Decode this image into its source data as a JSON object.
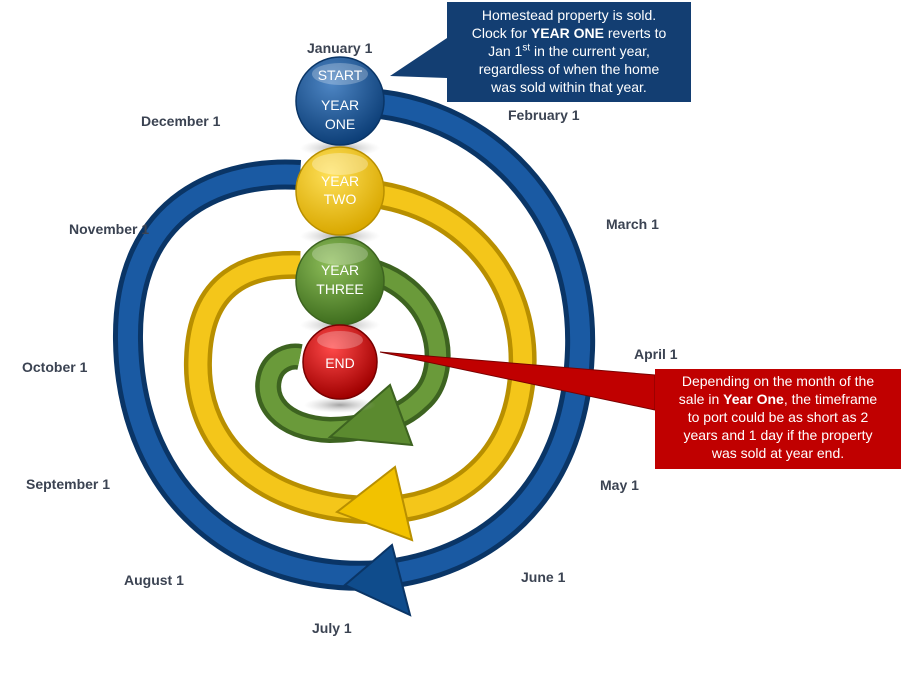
{
  "months": {
    "jan": "January 1",
    "feb": "February 1",
    "mar": "March 1",
    "apr": "April 1",
    "may": "May 1",
    "jun": "June 1",
    "jul": "July 1",
    "aug": "August 1",
    "sep": "September 1",
    "oct": "October 1",
    "nov": "November 1",
    "dec": "December 1"
  },
  "nodes": {
    "start_line1": "START",
    "start_line2": "YEAR",
    "start_line3": "ONE",
    "year_two_line1": "YEAR",
    "year_two_line2": "TWO",
    "year_three_line1": "YEAR",
    "year_three_line2": "THREE",
    "end": "END"
  },
  "callout_top": {
    "line1": "Homestead property is sold.",
    "line2_pre": "Clock for ",
    "line2_bold": "YEAR ONE",
    "line2_post": " reverts to",
    "line3_pre": "Jan 1",
    "line3_sup": "st",
    "line3_post": " in the current year,",
    "line4": "regardless of when the home",
    "line5": "was sold within that year."
  },
  "callout_right": {
    "line1": "Depending on the month of the",
    "line2_pre": "sale in ",
    "line2_bold": "Year One",
    "line2_post": ", the timeframe",
    "line3": "to port could be as short as 2",
    "line4": "years and 1 day if the property",
    "line5": "was sold at year end."
  },
  "colors": {
    "blue": "#0f4c8c",
    "gold": "#f2c200",
    "green": "#5b8a2f",
    "red": "#c00000",
    "navy_callout": "#133e72"
  }
}
